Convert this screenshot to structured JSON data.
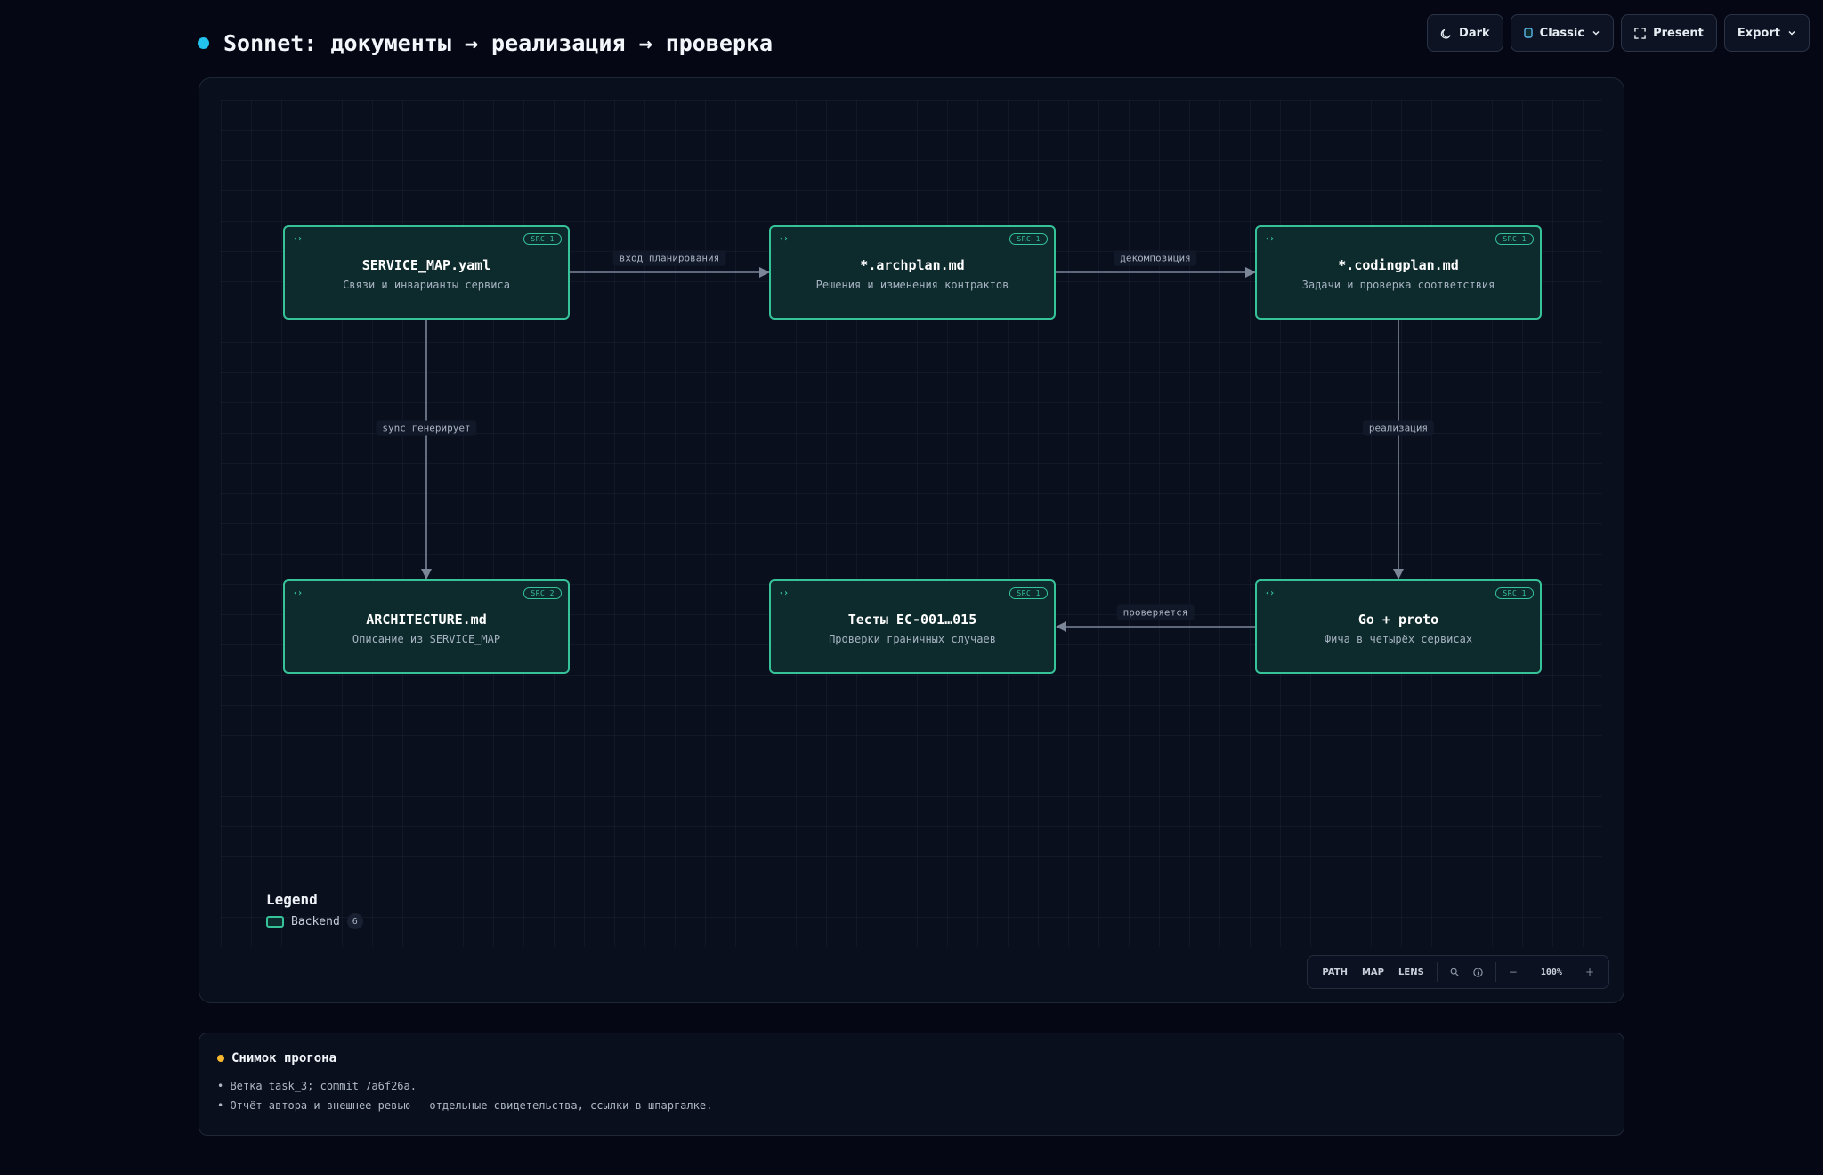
{
  "header": {
    "title": "Sonnet: документы → реализация → проверка",
    "buttons": {
      "dark": "Dark",
      "classic": "Classic",
      "present": "Present",
      "export": "Export"
    }
  },
  "diagram": {
    "nodes": [
      {
        "id": "service_map",
        "title": "SERVICE_MAP.yaml",
        "subtitle": "Связи и инварианты сервиса",
        "badge": "SRC 1",
        "icon": "code-brackets-icon"
      },
      {
        "id": "archplan",
        "title": "*.archplan.md",
        "subtitle": "Решения и изменения контрактов",
        "badge": "SRC 1",
        "icon": "code-brackets-icon"
      },
      {
        "id": "codingplan",
        "title": "*.codingplan.md",
        "subtitle": "Задачи и проверка соответствия",
        "badge": "SRC 1",
        "icon": "code-brackets-icon"
      },
      {
        "id": "architecture",
        "title": "ARCHITECTURE.md",
        "subtitle": "Описание из SERVICE_MAP",
        "badge": "SRC 2",
        "icon": "code-brackets-icon"
      },
      {
        "id": "tests",
        "title": "Тесты EC-001…015",
        "subtitle": "Проверки граничных случаев",
        "badge": "SRC 1",
        "icon": "code-brackets-icon"
      },
      {
        "id": "goproto",
        "title": "Go + proto",
        "subtitle": "Фича в четырёх сервисах",
        "badge": "SRC 1",
        "icon": "code-brackets-icon"
      }
    ],
    "edges": [
      {
        "from": "service_map",
        "to": "archplan",
        "label": "вход планирования"
      },
      {
        "from": "archplan",
        "to": "codingplan",
        "label": "декомпозиция"
      },
      {
        "from": "service_map",
        "to": "architecture",
        "label": "sync генерирует"
      },
      {
        "from": "codingplan",
        "to": "goproto",
        "label": "реализация"
      },
      {
        "from": "goproto",
        "to": "tests",
        "label": "проверяется"
      }
    ],
    "colors": {
      "node_border": "#36c399",
      "node_fill": "#0d2a2c",
      "edge": "#7b8698"
    }
  },
  "legend": {
    "title": "Legend",
    "items": [
      {
        "label": "Backend",
        "count": "6"
      }
    ]
  },
  "controls": {
    "path": "PATH",
    "map": "MAP",
    "lens": "LENS",
    "zoom": "100%",
    "minus": "−",
    "plus": "+"
  },
  "snapshot": {
    "title": "Снимок прогона",
    "items": [
      "Ветка task_3; commit 7a6f26a.",
      "Отчёт автора и внешнее ревью — отдельные свидетельства, ссылки в шпаргалке."
    ]
  }
}
